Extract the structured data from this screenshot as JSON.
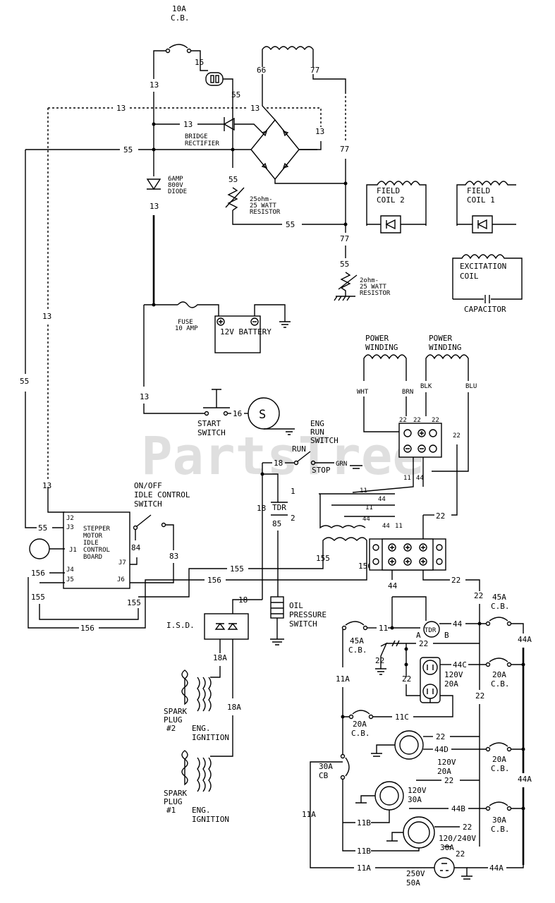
{
  "watermark": "PartsTree",
  "components": {
    "cb_10a": [
      "10A",
      "C.B."
    ],
    "bridge_rectifier": [
      "BRIDGE",
      "RECTIFIER"
    ],
    "diode_6a": [
      "6AMP",
      "800V",
      "DIODE"
    ],
    "resistor_25ohm": [
      "25ohm-",
      "25 WATT",
      "RESISTOR"
    ],
    "resistor_2ohm": [
      "2ohm-",
      "25 WATT",
      "RESISTOR"
    ],
    "field_coil_2": [
      "FIELD",
      "COIL 2"
    ],
    "field_coil_1": [
      "FIELD",
      "COIL 1"
    ],
    "excitation_coil": [
      "EXCITATION",
      "COIL"
    ],
    "capacitor": "CAPACITOR",
    "fuse": [
      "FUSE",
      "10 AMP"
    ],
    "battery": "12V BATTERY",
    "power_winding_left": [
      "POWER",
      "WINDING"
    ],
    "power_winding_right": [
      "POWER",
      "WINDING"
    ],
    "wire_colors": {
      "wht": "WHT",
      "brn": "BRN",
      "blk": "BLK",
      "blu": "BLU",
      "grn": "GRN"
    },
    "start_switch": [
      "START",
      "SWITCH"
    ],
    "starter_motor": "S",
    "eng_run_switch": [
      "ENG",
      "RUN",
      "SWITCH"
    ],
    "run": "RUN",
    "stop": "STOP",
    "onoff_switch": [
      "ON/OFF",
      "IDLE CONTROL",
      "SWITCH"
    ],
    "stepper_board": [
      "STEPPER",
      "MOTOR",
      "IDLE",
      "CONTROL",
      "BOARD"
    ],
    "board_pins": {
      "j1": "J1",
      "j2": "J2",
      "j3": "J3",
      "j4": "J4",
      "j5": "J5",
      "j6": "J6",
      "j7": "J7"
    },
    "tdr": "TDR",
    "tdr_pins": {
      "p1": "1",
      "p2": "2",
      "a": "A",
      "b": "B"
    },
    "oil_switch": [
      "OIL",
      "PRESSURE",
      "SWITCH"
    ],
    "isd": "I.S.D.",
    "spark_plug_2": [
      "SPARK",
      "PLUG",
      "#2"
    ],
    "spark_plug_1": [
      "SPARK",
      "PLUG",
      "#1"
    ],
    "eng_ignition_1": [
      "ENG.",
      "IGNITION"
    ],
    "eng_ignition_2": [
      "ENG.",
      "IGNITION"
    ],
    "cb_45a_left": [
      "45A",
      "C.B."
    ],
    "cb_45a_right": [
      "45A",
      "C.B."
    ],
    "cb_20a_upper": [
      "20A",
      "C.B."
    ],
    "cb_20a_left": [
      "20A",
      "C.B."
    ],
    "cb_20a_lower": [
      "20A",
      "C.B."
    ],
    "cb_30a_left": [
      "30A",
      "CB"
    ],
    "cb_30a_right": [
      "30A",
      "C.B."
    ],
    "duplex_outlet": [
      "120V",
      "20A"
    ],
    "outlet_120v_20a": [
      "120V",
      "20A"
    ],
    "outlet_120v_30a": [
      "120V",
      "30A"
    ],
    "outlet_120_240v": [
      "120/240V",
      "30A"
    ],
    "outlet_250v": [
      "250V",
      "50A"
    ]
  },
  "wires": {
    "w13": "13",
    "w15": "15",
    "w55": "55",
    "w66": "66",
    "w77": "77",
    "w16": "16",
    "w18": "18",
    "w18a": "18A",
    "w85": "85",
    "w84": "84",
    "w83": "83",
    "w155": "155",
    "w156": "156",
    "w11": "11",
    "w11a": "11A",
    "w11b": "11B",
    "w11c": "11C",
    "w22": "22",
    "w44": "44",
    "w44a": "44A",
    "w44b": "44B",
    "w44c": "44C",
    "w44d": "44D"
  }
}
